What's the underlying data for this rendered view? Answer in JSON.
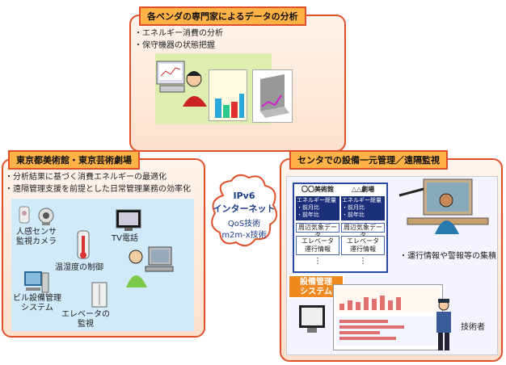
{
  "top_panel": {
    "title": "各ベンダの専門家によるデータの分析",
    "bullets": [
      "エネルギー消費の分析",
      "保守機器の状態把握"
    ]
  },
  "left_panel": {
    "title": "東京都美術館・東京芸術劇場",
    "bullets": [
      "分析結果に基づく消費エネルギーの最適化",
      "遠隔管理支援を前提とした日常管理業務の効率化"
    ],
    "items": {
      "sensor_camera": "人感センサ\n監視カメラ",
      "tv_phone": "TV電話",
      "temp_control": "温湿度の制御",
      "bms": "ビル設備管理\nシステム",
      "elevator": "エレベータの\n監視"
    }
  },
  "right_panel": {
    "title": "センタでの設備一元管理／遠隔監視",
    "col1": {
      "header": "〇〇美術館",
      "energy": "エネルギー総量",
      "sub1": "・前月比",
      "sub2": "・前年比",
      "weather": "周辺気象データ",
      "elevator": "エレベータ\n運行情報",
      "dots": "⋮"
    },
    "col2": {
      "header": "△△劇場",
      "energy": "エネルギー総量",
      "sub1": "・前月比",
      "sub2": "・前年比",
      "weather": "周辺気象データ",
      "elevator": "エレベータ\n運行情報",
      "dots": "⋮"
    },
    "system_label": "設備管理\nシステム",
    "info_label": "・運行情報や警報等の集積",
    "engineer_label": "技術者"
  },
  "center": {
    "line1": "IPv6",
    "line2": "インターネット",
    "line3": "QoS技術",
    "line4": "m2m-x技術"
  },
  "colors": {
    "panel_border": "#e0502a",
    "title_bg": "#ffb347",
    "cloud_border": "#e0502a",
    "inner_blue": "#2a4aa0"
  }
}
